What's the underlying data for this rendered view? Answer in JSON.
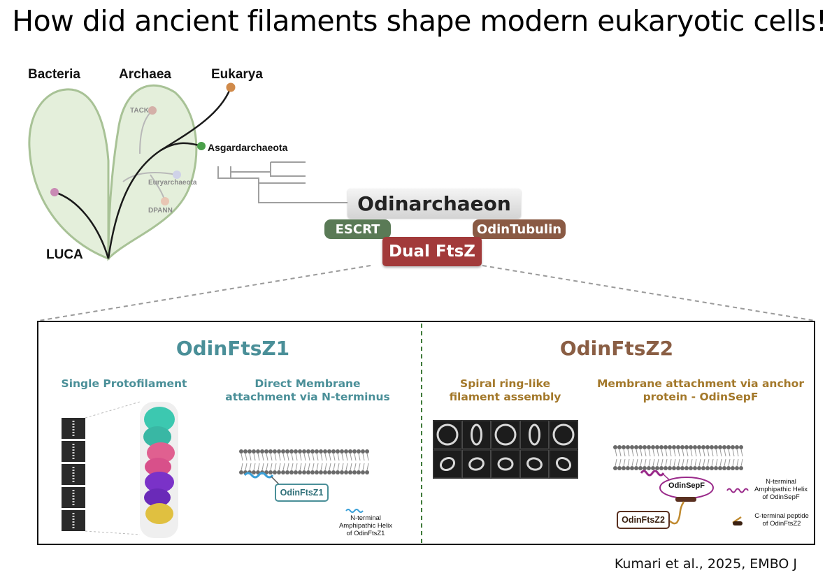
{
  "title": "How did ancient filaments shape modern eukaryotic cells!",
  "tree": {
    "bacteria": "Bacteria",
    "archaea": "Archaea",
    "eukarya": "Eukarya",
    "tack": "TACK",
    "euryarchaeota": "Euryarchaeota",
    "dpann": "DPANN",
    "asgard": "Asgardarchaeota",
    "luca": "LUCA"
  },
  "odinarchaeon": "Odinarchaeon",
  "tags": {
    "escrt": "ESCRT",
    "odintubulin": "OdinTubulin",
    "dual_ftsz": "Dual FtsZ"
  },
  "panel": {
    "left": {
      "heading": "OdinFtsZ1",
      "col1_title": "Single Protofilament",
      "col2_title_line1": "Direct Membrane",
      "col2_title_line2": "attachment via N-terminus",
      "protein_label": "OdinFtsZ1",
      "note_line1": "N-terminal",
      "note_line2": "Amphipathic Helix",
      "note_line3": "of OdinFtsZ1"
    },
    "right": {
      "heading": "OdinFtsZ2",
      "col1_title_line1": "Spiral ring-like",
      "col1_title_line2": "filament assembly",
      "col2_title_line1": "Membrane attachment via anchor",
      "col2_title_line2": "protein - OdinSepF",
      "sepf_label": "OdinSepF",
      "protein_label": "OdinFtsZ2",
      "note1_line1": "N-terminal",
      "note1_line2": "Amphipathic Helix",
      "note1_line3": "of OdinSepF",
      "note2_line1": "C-terminal peptide",
      "note2_line2": "of OdinFtsZ2"
    }
  },
  "citation": "Kumari et al., 2025, EMBO J",
  "colors": {
    "tree_fill": "#e4efdb",
    "tree_stroke": "#a8c296",
    "teal": "#4a8f98",
    "brown": "#8a5e44",
    "gold": "#a3782a",
    "escrt": "#5a7a56",
    "odintubulin": "#8a5a44",
    "dual_ftsz": "#a23a3a",
    "eukarya_dot": "#d08a4a",
    "asgard_dot": "#4aa04a",
    "bacteria_dot": "#c98ab4"
  },
  "icons": [
    "membrane-bilayer-icon",
    "protofilament-model-icon",
    "ring-class-average-icon",
    "helix-icon",
    "peptide-icon"
  ]
}
